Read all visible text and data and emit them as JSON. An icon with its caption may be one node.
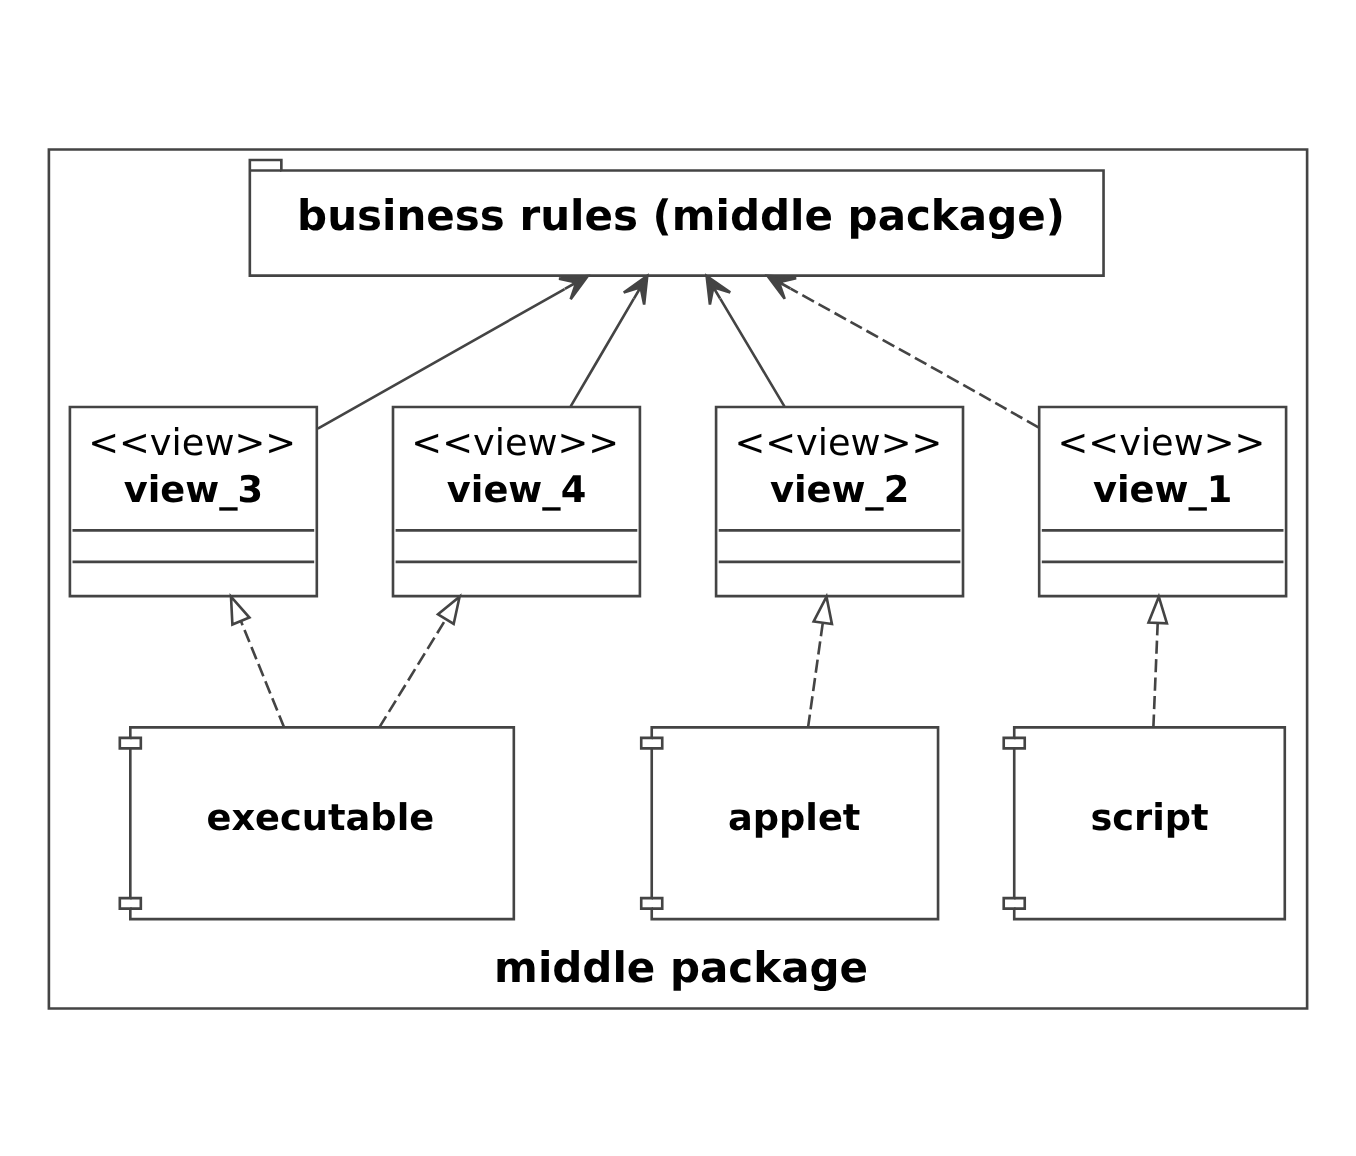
{
  "diagram": {
    "nodes": [
      {
        "text": [
          "middle package"
        ]
      },
      {
        "text": [
          "business rules (middle package)"
        ],
        "in": 0
      },
      {
        "text": [
          "<<view>>",
          "view_1"
        ],
        "in": 0
      },
      {
        "text": [
          "<<view>>",
          "view_2"
        ],
        "in": 0
      },
      {
        "text": [
          "<<view>>",
          "view_3"
        ],
        "in": 0
      },
      {
        "text": [
          "<<view>>",
          "view_4"
        ],
        "in": 0
      },
      {
        "text": [
          "script"
        ],
        "in": 0
      },
      {
        "text": [
          "applet"
        ],
        "in": 0
      },
      {
        "text": [
          "executable"
        ],
        "in": 0
      }
    ],
    "edges": [
      {
        "from": 2,
        "to": 1,
        "arrow": "to",
        "style": "dashed"
      },
      {
        "from": 3,
        "to": 1,
        "arrow": "to"
      },
      {
        "from": 4,
        "to": 1,
        "arrow": "to"
      },
      {
        "from": 5,
        "to": 1,
        "arrow": "to"
      },
      {
        "from": 6,
        "to": 2,
        "arrow": "to",
        "style": "dashed"
      },
      {
        "from": 7,
        "to": 3,
        "arrow": "to",
        "style": "dashed"
      },
      {
        "from": 8,
        "to": 4,
        "arrow": "to",
        "style": "dashed"
      },
      {
        "from": 8,
        "to": 5,
        "arrow": "to",
        "style": "dashed"
      }
    ]
  }
}
